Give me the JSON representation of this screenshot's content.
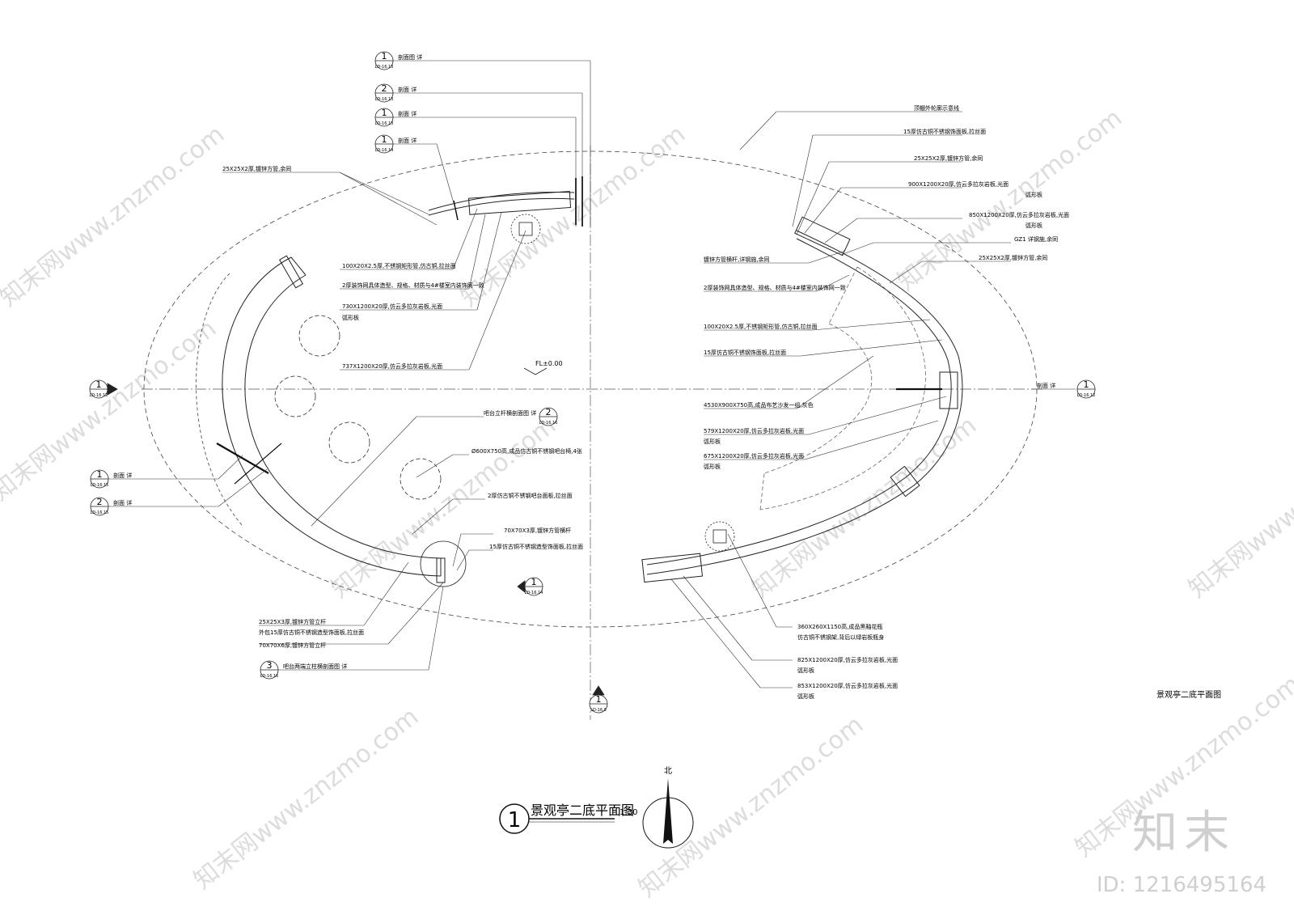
{
  "drawing": {
    "title": "景观亭二底平面图",
    "scale": "1:30",
    "title_number": "1",
    "side_title": "景观亭二底平面图",
    "north_label": "北",
    "level_mark": "FL±0.00"
  },
  "section_refs": [
    {
      "num": "1",
      "code": "LD-16.13",
      "text": "剖面图 详"
    },
    {
      "num": "2",
      "code": "LD-16.13",
      "text": "剖面 详"
    },
    {
      "num": "1",
      "code": "LD-16.13",
      "text": "剖面 详"
    },
    {
      "num": "1",
      "code": "LD-16.14",
      "text": "剖面 详"
    },
    {
      "num": "1",
      "code": "LD-16.15",
      "text": "剖面 详"
    },
    {
      "num": "2",
      "code": "LD-16.15",
      "text": "剖面 详"
    },
    {
      "num": "3",
      "code": "LD-16.16",
      "text": "吧台两端立柱横剖面图 详"
    },
    {
      "num": "2",
      "code": "LD-16.16",
      "text": "吧台立杆横剖面图 详"
    },
    {
      "num": "1",
      "code": "LD-16.12",
      "text": "剖面 详"
    },
    {
      "num": "1",
      "code": "LD-16.12",
      "text": ""
    },
    {
      "num": "1",
      "code": "LD-16.14",
      "text": ""
    },
    {
      "num": "1",
      "code": "LD-16.9",
      "text": ""
    }
  ],
  "left_notes": [
    "25X25X2厚,镀锌方管,余同",
    "100X20X2.5厚,不锈钢矩形管,仿古铜,拉丝面",
    "2厚装饰网具体造型、规格、材质与4#楼室内装饰网一致",
    "730X1200X20厚,仿云多拉灰岩板,光面",
    "弧形板",
    "737X1200X20厚,仿云多拉灰岩板,光面",
    "Ø600X750高,成品仿古铜不锈钢吧台椅,4张",
    "2厚仿古铜不锈钢吧台面板,拉丝面",
    "70X70X3厚,镀锌方管横杆",
    "15厚仿古铜不锈钢造型饰面板,拉丝面",
    "25X25X3厚,镀锌方管立杆",
    "外包15厚仿古铜不锈钢造型饰面板,拉丝面",
    "70X70X6厚,镀锌方管立杆"
  ],
  "right_notes": [
    "顶棚外轮廓示意线",
    "15厚仿古铜不锈钢饰面板,拉丝面",
    "25X25X2厚,镀锌方管,余同",
    "900X1200X20厚,仿云多拉灰岩板,光面",
    "弧形板",
    "850X1200X20厚,仿云多拉灰岩板,光面",
    "弧形板",
    "GZ1 详钢施,余同",
    "25X25X2厚,镀锌方管,余同",
    "镀锌方管横杆,详钢施,余同",
    "2厚装饰网具体造型、规格、材质与4#楼室内装饰网一致",
    "100X20X2.5厚,不锈钢矩形管,仿古铜,拉丝面",
    "15厚仿古铜不锈钢饰面板,拉丝面",
    "4530X900X750高,成品布艺沙发一组,灰色",
    "579X1200X20厚,仿云多拉灰岩板,光面",
    "弧形板",
    "675X1200X20厚,仿云多拉灰岩板,光面",
    "弧形板"
  ],
  "bottom_right_notes": [
    "360X260X1150高,成品黑釉花瓶",
    "仿古铜不锈钢架,背后以绿岩板瓶身",
    "825X1200X20厚,仿云多拉灰岩板,光面",
    "弧形板",
    "853X1200X20厚,仿云多拉灰岩板,光面",
    "弧形板"
  ],
  "watermark": {
    "text": "知末网www.znzmo.com",
    "brand": "知末",
    "id": "ID: 1216495164"
  }
}
